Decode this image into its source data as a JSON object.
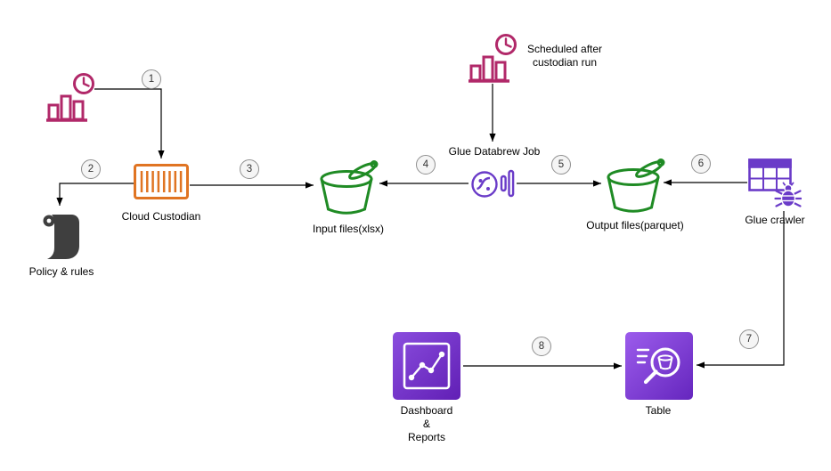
{
  "diagram": {
    "nodes": {
      "schedule_rule": {
        "label": ""
      },
      "cloud_custodian": {
        "label": "Cloud Custodian"
      },
      "policy_rules": {
        "label": "Policy & rules"
      },
      "input_bucket": {
        "label": "Input files(xlsx)"
      },
      "databrew_job": {
        "label": "Glue Databrew Job"
      },
      "schedule_note": {
        "label": "Scheduled after\ncustodian run"
      },
      "output_bucket": {
        "label": "Output files(parquet)"
      },
      "glue_crawler": {
        "label": "Glue crawler"
      },
      "dashboard": {
        "label": "Dashboard\n&\nReports"
      },
      "table": {
        "label": "Table"
      }
    },
    "steps": [
      "1",
      "2",
      "3",
      "4",
      "5",
      "6",
      "7",
      "8"
    ],
    "colors": {
      "pink": "#B12869",
      "orange": "#E07422",
      "green": "#1F8B24",
      "purple_outline": "#6A3BC8",
      "purple_fill_light": "#9C5CEC",
      "purple_fill_dark": "#6526BE",
      "scroll_dark": "#3F3F3F",
      "arrow": "#000000",
      "badge_bg": "#F5F5F5"
    }
  }
}
